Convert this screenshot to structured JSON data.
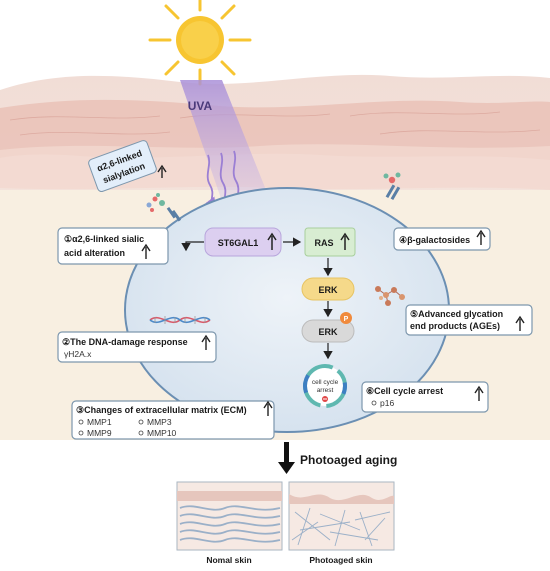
{
  "light": {
    "uva_label": "UVA"
  },
  "sialylation_note": {
    "line1": "α2,6-linked",
    "line2": "sialylation"
  },
  "center": {
    "st6gal1": "ST6GAL1",
    "ras": "RAS",
    "erk_top": "ERK",
    "erk_bottom": "ERK",
    "phospho": "P",
    "cycle_line1": "cell cycle",
    "cycle_line2": "arrest"
  },
  "boxes": {
    "b1": {
      "line1": "①α2,6-linked sialic",
      "line2": "acid alteration"
    },
    "b2": {
      "title": "②The DNA-damage response",
      "sub": "γH2A.x"
    },
    "b3": {
      "title": "③Changes of extracellular matrix (ECM)",
      "items": [
        "MMP1",
        "MMP3",
        "MMP9",
        "MMP10"
      ]
    },
    "b4": {
      "title": "④β-galactosides"
    },
    "b5": {
      "line1": "⑤Advanced glycation",
      "line2": "end products (AGEs)"
    },
    "b6": {
      "title": "⑥Cell cycle arrest",
      "sub": "p16"
    }
  },
  "outcome": {
    "label": "Photoaged aging"
  },
  "panels": {
    "normal": "Nomal skin",
    "photoaged": "Photoaged skin"
  },
  "colors": {
    "sun": "#f7c531",
    "uva_beam": "#b9a4de",
    "cell_fill": "#dfe8f2",
    "cell_border": "#6b8fb3",
    "st6gal1_fill": "#dccff0",
    "ras_fill": "#d8edd2",
    "erk_fill": "#f5d98a",
    "erk_p_fill": "#d9d9d9",
    "phospho_fill": "#f08a3c",
    "box_border": "#7d97ad"
  }
}
